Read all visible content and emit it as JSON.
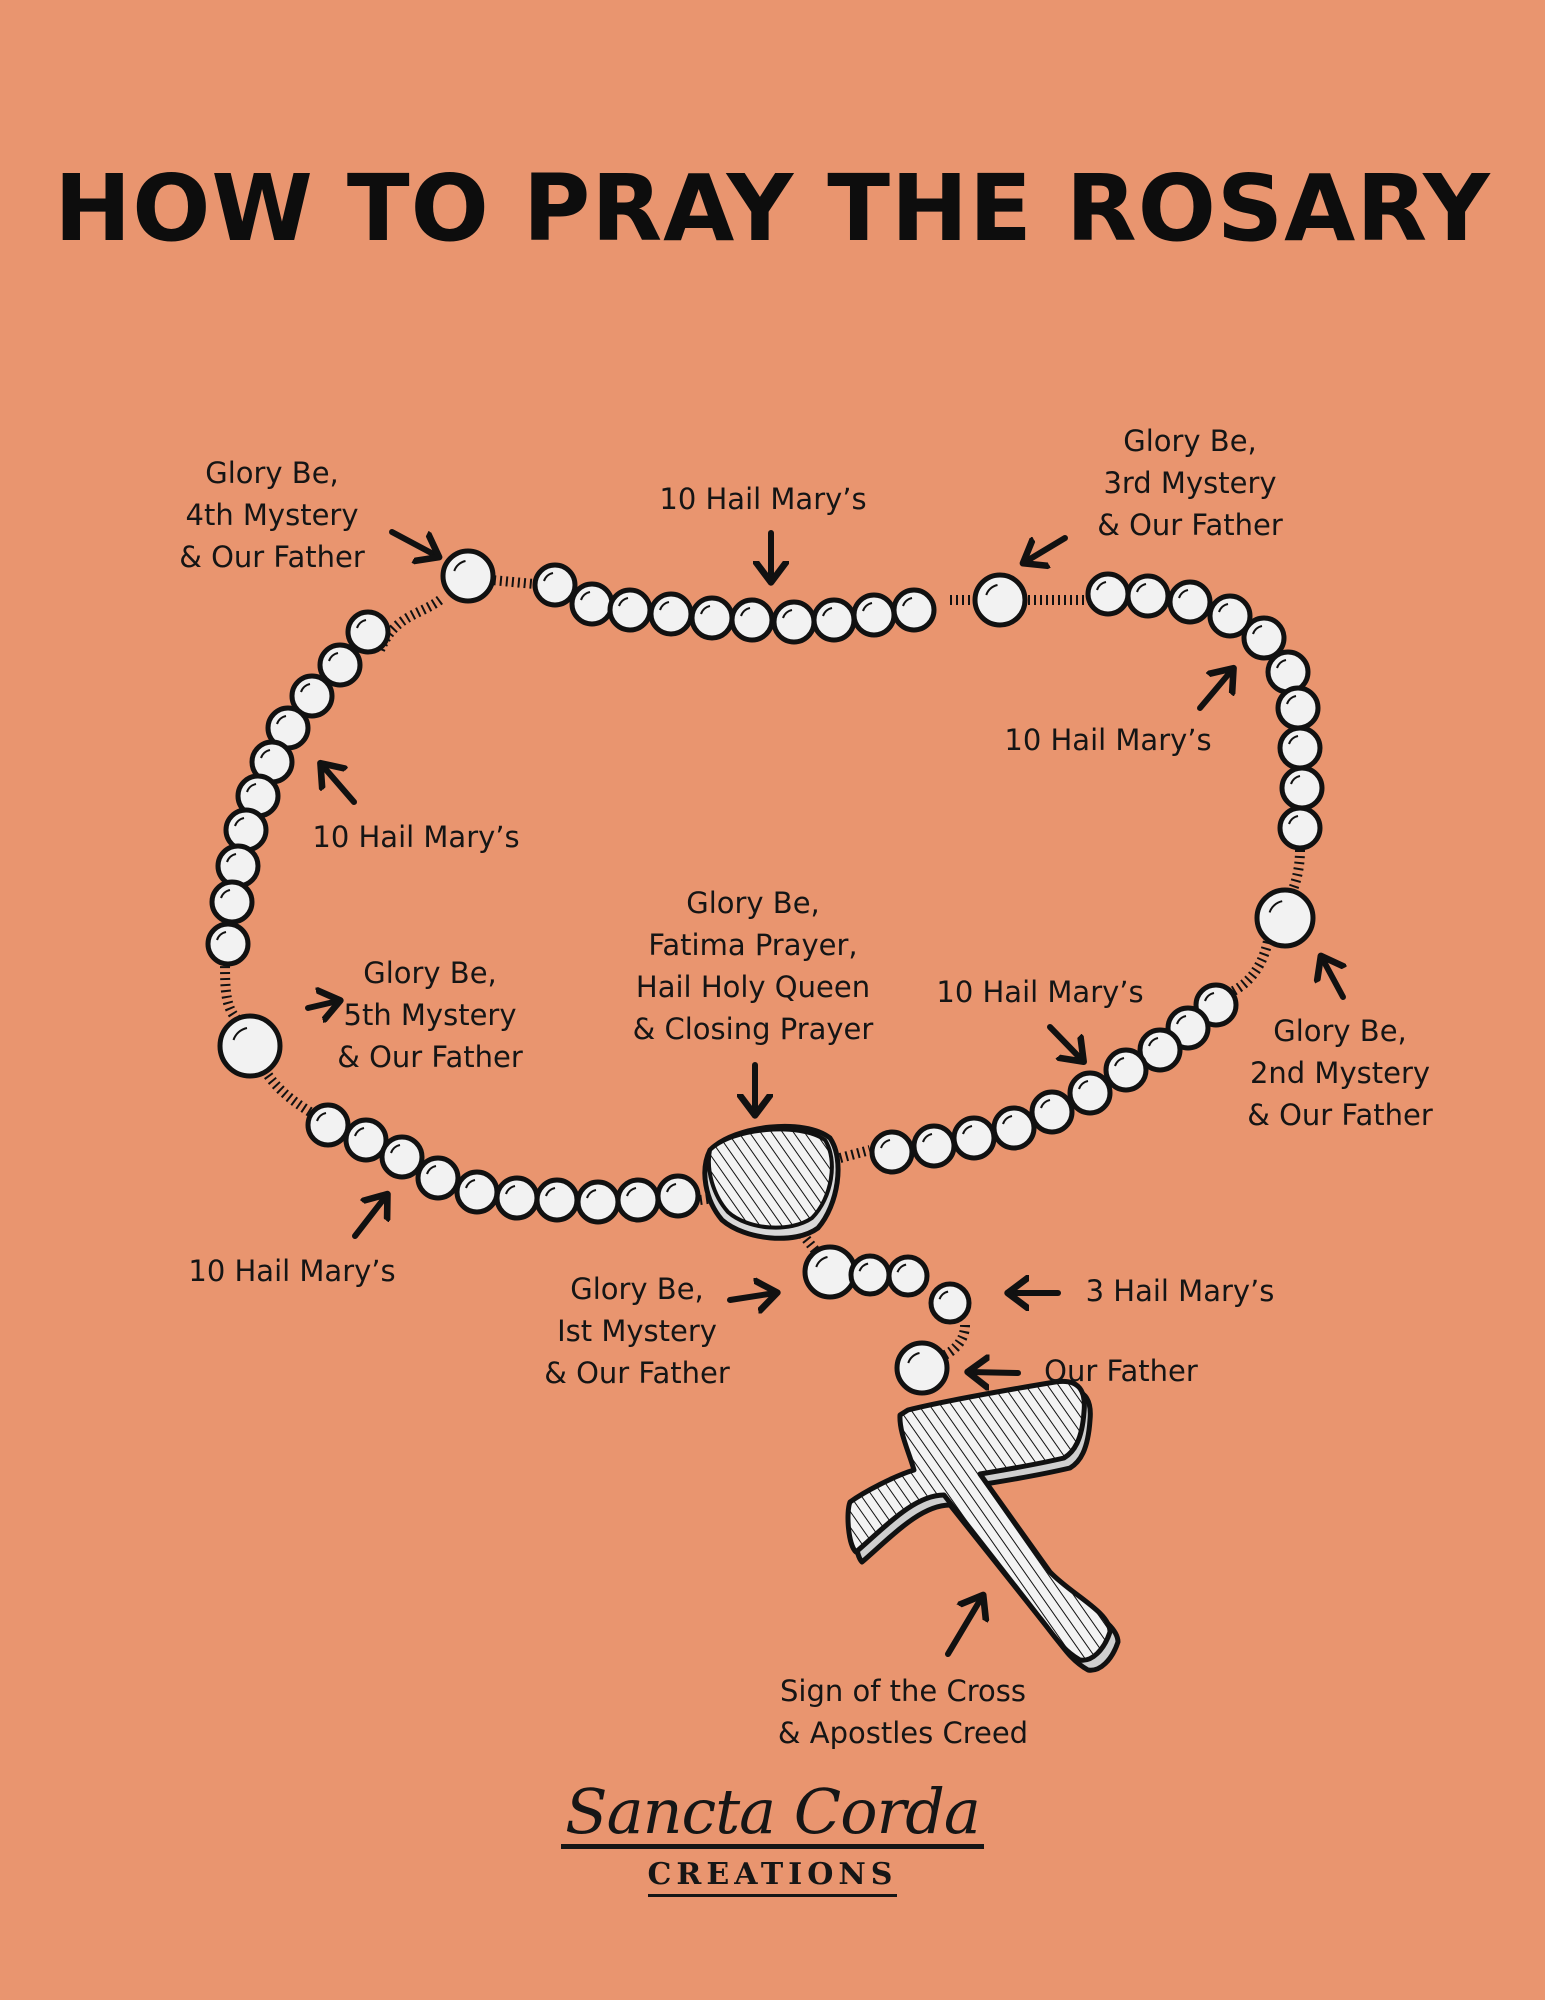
{
  "title": "HOW TO PRAY THE ROSARY",
  "colors": {
    "background": "#E9956F",
    "bead": "#F2F2F2",
    "ink": "#111111"
  },
  "labels": {
    "glory4": [
      "Glory Be,",
      "4th Mystery",
      "& Our Father"
    ],
    "hail_top": [
      "10 Hail Mary’s"
    ],
    "glory3": [
      "Glory Be,",
      "3rd Mystery",
      "& Our Father"
    ],
    "hail_right": [
      "10 Hail Mary’s"
    ],
    "hail_left": [
      "10 Hail Mary’s"
    ],
    "glory_center": [
      "Glory Be,",
      "Fatima Prayer,",
      "Hail Holy Queen",
      "& Closing Prayer"
    ],
    "hail_lower_right": [
      "10 Hail Mary’s"
    ],
    "glory5": [
      "Glory Be,",
      "5th Mystery",
      "& Our Father"
    ],
    "glory2": [
      "Glory Be,",
      "2nd Mystery",
      "& Our Father"
    ],
    "hail_lower_left": [
      "10 Hail Mary’s"
    ],
    "glory1": [
      "Glory Be,",
      "Ist Mystery",
      "& Our Father"
    ],
    "three_hail": [
      "3 Hail Mary’s"
    ],
    "our_father": [
      "Our Father"
    ],
    "cross": [
      "Sign of the Cross",
      "& Apostles Creed"
    ]
  },
  "brand": {
    "name": "Sancta Corda",
    "sub": "CREATIONS"
  }
}
